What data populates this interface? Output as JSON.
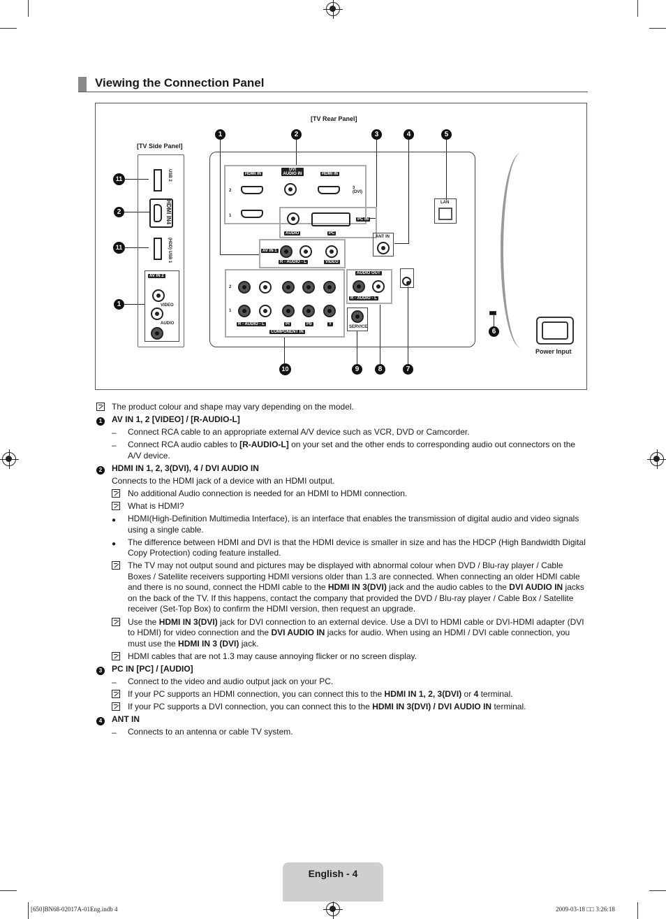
{
  "heading": {
    "title": "Viewing the Connection Panel"
  },
  "diagram": {
    "rear_label": "[TV Rear Panel]",
    "side_label": "[TV Side Panel]",
    "power_label": "Power Input",
    "side_ports": {
      "usb2": "USB 2",
      "hdmi4": "HDMI IN4",
      "usb_hdd": "(HDD) USB 1",
      "av_in2": "AV IN 2",
      "video": "VIDEO",
      "audio": "AUDIO"
    },
    "rear_ports": {
      "hdmi_in_a": "HDMI IN",
      "dvi_audio_in": "DVI AUDIO IN",
      "hdmi_in_b": "HDMI IN",
      "dvi3": "3 (DVI)",
      "audio": "AUDIO",
      "pc": "PC",
      "pc_in": "PC IN",
      "ant_in": "ANT IN",
      "lan": "LAN",
      "av_in1": "AV IN 1",
      "audio_rl": "R - AUDIO - L",
      "video": "VIDEO",
      "audio_out": "AUDIO OUT",
      "service": "SERVICE",
      "component_in": "COMPONENT IN",
      "comp_audio": "R - AUDIO - L",
      "pr": "Pr",
      "pb": "Pb",
      "y": "Y",
      "slot2": "2",
      "slot1": "1",
      "comp2": "2",
      "comp1": "1"
    },
    "callouts": [
      "1",
      "2",
      "3",
      "4",
      "5",
      "6",
      "7",
      "8",
      "9",
      "10",
      "11"
    ]
  },
  "notes": {
    "intro": "The product colour and shape may vary depending on the model.",
    "s1_title": "AV IN 1, 2 [VIDEO] / [R-AUDIO-L]",
    "s1_a": "Connect RCA cable to an appropriate external A/V device such as VCR, DVD or Camcorder.",
    "s1_b_pre": "Connect RCA audio cables to ",
    "s1_b_bold": "[R-AUDIO-L]",
    "s1_b_post": " on your set and the other ends to corresponding audio out connectors on the A/V device.",
    "s2_title": "HDMI IN 1, 2, 3(DVI), 4 / DVI AUDIO IN",
    "s2_intro": "Connects to the HDMI jack of a device with an HDMI output.",
    "s2_n1": "No additional Audio connection is needed for an HDMI to HDMI connection.",
    "s2_n2": "What is HDMI?",
    "s2_b1": "HDMI(High-Definition Multimedia Interface), is an interface that enables the transmission of digital audio and video signals using a single cable.",
    "s2_b2": "The difference between HDMI and DVI is that the HDMI device is smaller in size and has the HDCP (High Bandwidth Digital Copy Protection) coding feature installed.",
    "s2_n3_a": "The TV may not output sound and pictures may be displayed with abnormal colour when DVD / Blu-ray player / Cable Boxes / Satellite receivers supporting HDMI versions older than 1.3 are connected. When connecting an older HDMI cable and there is no sound, connect the HDMI cable to the ",
    "s2_n3_b": "HDMI IN 3(DVI)",
    "s2_n3_c": " jack and the audio cables to the ",
    "s2_n3_d": "DVI AUDIO IN",
    "s2_n3_e": " jacks on the back of the TV. If this happens, contact the company that provided the DVD / Blu-ray player / Cable Box / Satellite receiver (Set-Top Box) to confirm the HDMI version, then request an upgrade.",
    "s2_n4_a": "Use the ",
    "s2_n4_b": "HDMI IN 3(DVI)",
    "s2_n4_c": " jack for DVI connection to an external device. Use a DVI to HDMI cable or DVI-HDMI adapter (DVI to HDMI) for video connection and the ",
    "s2_n4_d": "DVI AUDIO IN",
    "s2_n4_e": " jacks for audio. When using an HDMI / DVI cable connection, you must use the ",
    "s2_n4_f": "HDMI IN 3 (DVI)",
    "s2_n4_g": " jack.",
    "s2_n5": "HDMI cables that are not 1.3 may cause annoying flicker or no screen display.",
    "s3_title": "PC IN [PC] / [AUDIO]",
    "s3_a": "Connect to the video and audio output jack on your PC.",
    "s3_n1_a": "If your PC supports an HDMI connection, you can connect this to the ",
    "s3_n1_b": "HDMI IN 1, 2, 3(DVI)",
    "s3_n1_c": " or ",
    "s3_n1_d": "4",
    "s3_n1_e": " terminal.",
    "s3_n2_a": "If your PC supports a DVI connection, you can connect this to the ",
    "s3_n2_b": "HDMI IN 3(DVI) / DVI AUDIO IN",
    "s3_n2_c": " terminal.",
    "s4_title": "ANT IN",
    "s4_a": "Connects to an antenna or cable TV system.",
    "num1": "1",
    "num2": "2",
    "num3": "3",
    "num4": "4"
  },
  "footer": {
    "page": "English - 4",
    "file": "[650]BN68-02017A-01Eng.indb   4",
    "stamp": "2009-03-18   □□ 3:26:18"
  }
}
